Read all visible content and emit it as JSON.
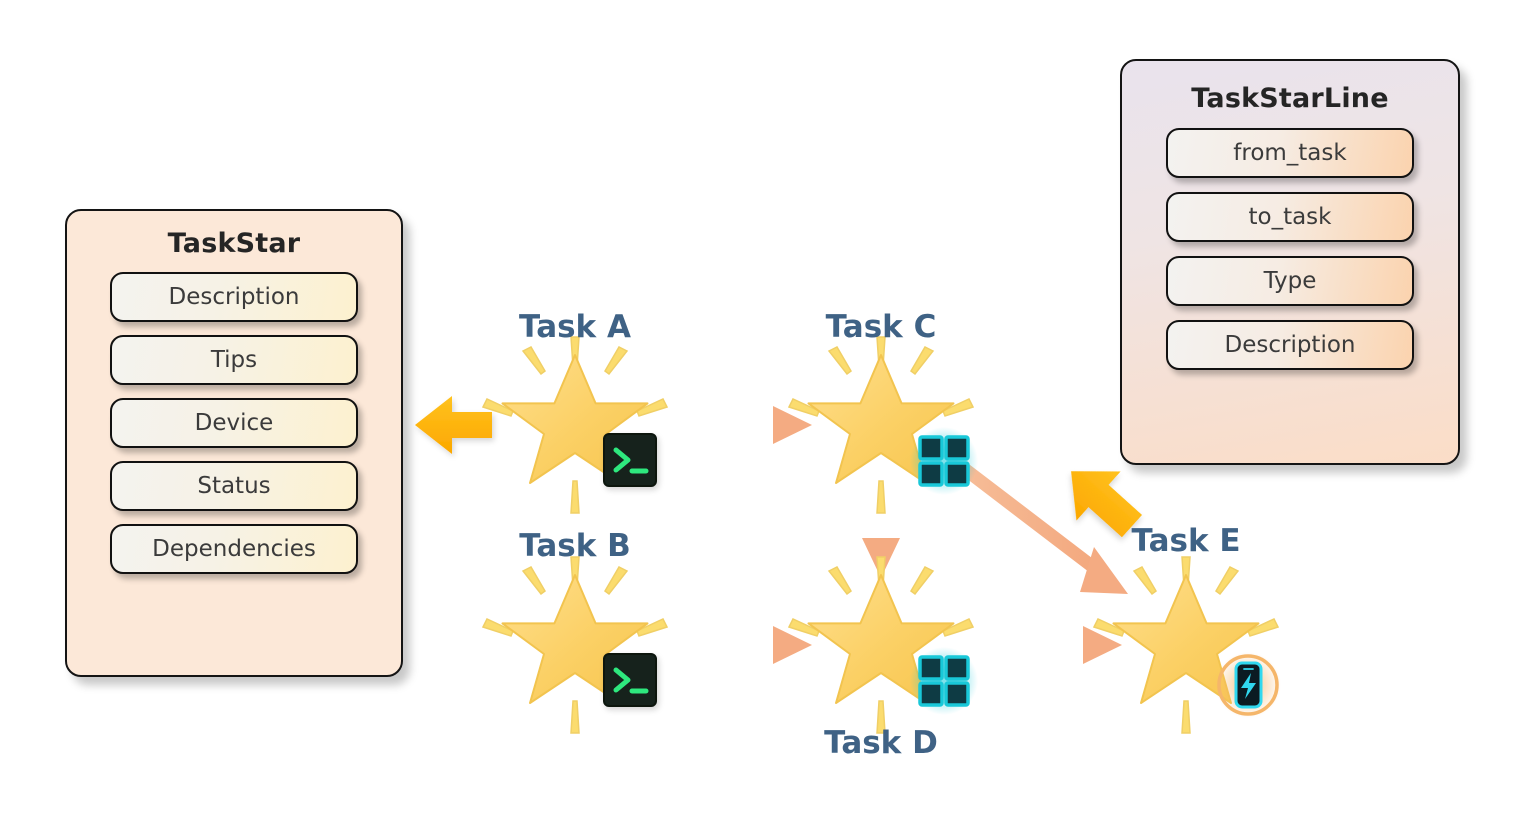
{
  "entities": [
    {
      "id": "taskstar",
      "title": "TaskStar",
      "fields": [
        {
          "label": "Description"
        },
        {
          "label": "Tips"
        },
        {
          "label": "Device"
        },
        {
          "label": "Status"
        },
        {
          "label": "Dependencies"
        }
      ]
    },
    {
      "id": "taskstarline",
      "title": "TaskStarLine",
      "fields": [
        {
          "label": "from_task"
        },
        {
          "label": "to_task"
        },
        {
          "label": "Type"
        },
        {
          "label": "Description"
        }
      ]
    }
  ],
  "nodes": [
    {
      "id": "a",
      "label": "Task A",
      "badge": "terminal-icon",
      "label_position": "above"
    },
    {
      "id": "b",
      "label": "Task B",
      "badge": "terminal-icon",
      "label_position": "above"
    },
    {
      "id": "c",
      "label": "Task C",
      "badge": "windows-icon",
      "label_position": "above"
    },
    {
      "id": "d",
      "label": "Task D",
      "badge": "windows-icon",
      "label_position": "below"
    },
    {
      "id": "e",
      "label": "Task E",
      "badge": "mobile-charge-icon",
      "label_position": "above"
    }
  ],
  "edges": [
    {
      "from": "a",
      "to": "c"
    },
    {
      "from": "b",
      "to": "d"
    },
    {
      "from": "c",
      "to": "d"
    },
    {
      "from": "c",
      "to": "e"
    },
    {
      "from": "d",
      "to": "e"
    }
  ],
  "pointers": [
    {
      "id": "pointer-to-taskstar",
      "direction": "left",
      "target": "taskstar"
    },
    {
      "id": "pointer-to-taskstarline",
      "direction": "up-right",
      "target": "taskstarline"
    }
  ],
  "colors": {
    "star": "#fbd065",
    "edge": "#f5b088",
    "pointer": "#ffb400",
    "label": "#3f6285",
    "panel_taskstar_bg": "#fce8d8",
    "badge_terminal_bg": "#12231c",
    "badge_terminal_fg": "#2ee87e",
    "badge_windows": "#19c8d8",
    "badge_mobile_ring": "#f5b66a",
    "background": "#ffffff"
  }
}
